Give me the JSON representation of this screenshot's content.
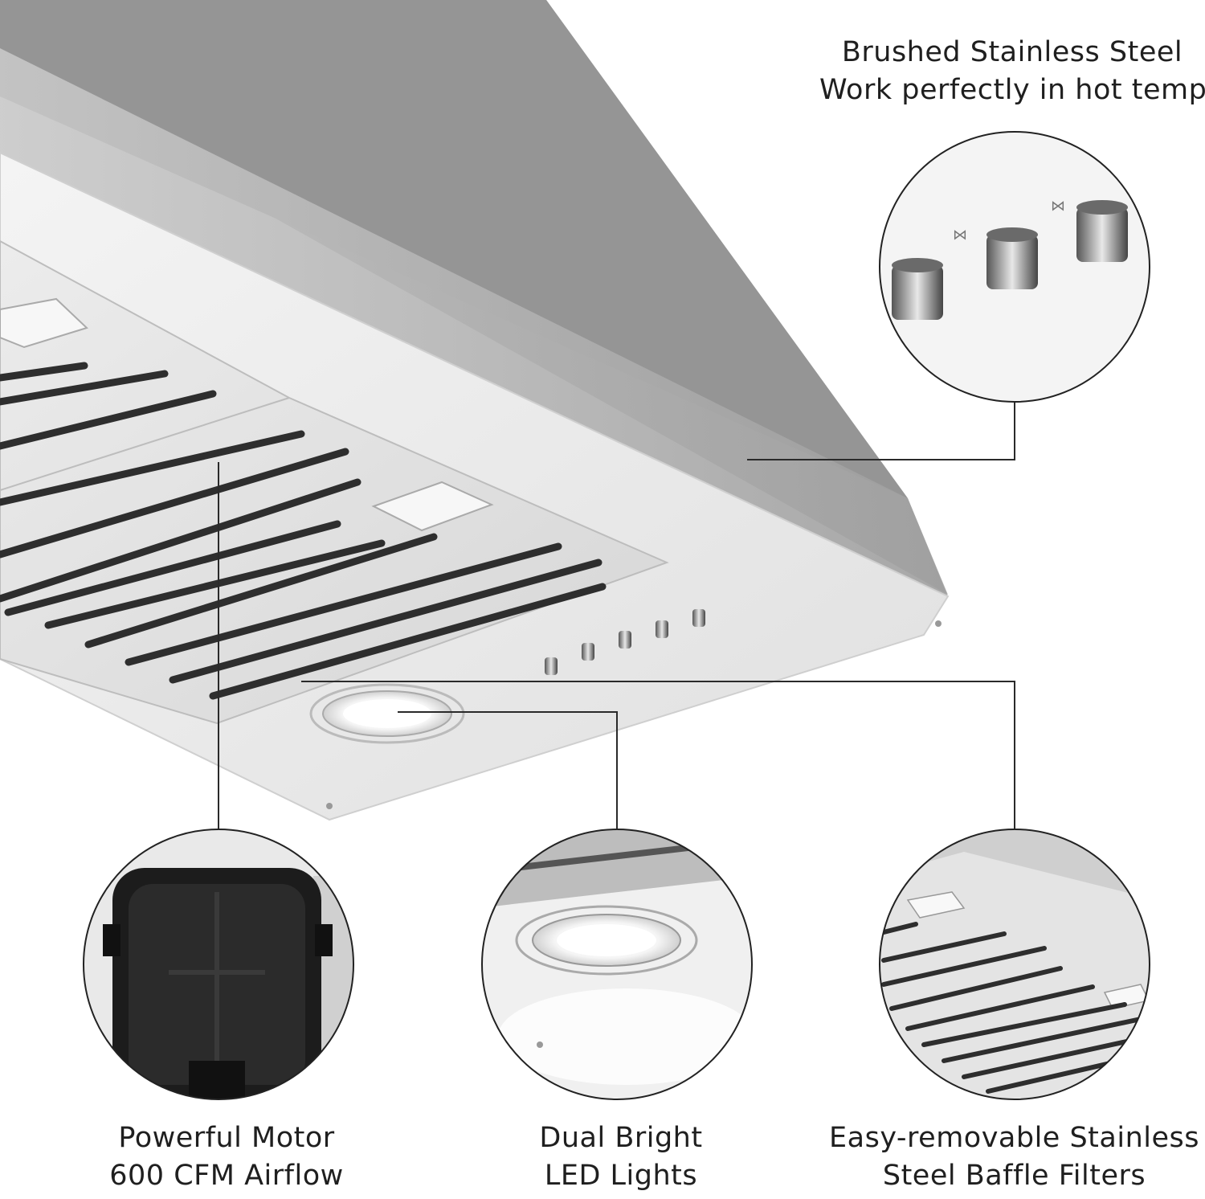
{
  "captions": {
    "steel": {
      "line1": "Brushed Stainless Steel",
      "line2": "Work perfectly in hot temp"
    },
    "motor": {
      "line1": "Powerful Motor",
      "line2": "600 CFM Airflow"
    },
    "led": {
      "line1": "Dual Bright",
      "line2": "LED Lights"
    },
    "filters": {
      "line1": "Easy-removable Stainless",
      "line2": "Steel Baffle Filters"
    }
  },
  "features": [
    {
      "name": "brushed-stainless-steel",
      "detail": "control-knobs-closeup"
    },
    {
      "name": "powerful-motor",
      "detail": "blower-motor-closeup"
    },
    {
      "name": "dual-bright-led-lights",
      "detail": "led-light-closeup"
    },
    {
      "name": "baffle-filters",
      "detail": "baffle-filter-closeup"
    }
  ],
  "colors": {
    "background": "#ffffff",
    "steel_top": "#9b9b9b",
    "steel_panel": "#e6e6e6",
    "slot": "#3a3a3a",
    "motor": "#1c1c1c",
    "callout_line": "#2a2a2a"
  }
}
